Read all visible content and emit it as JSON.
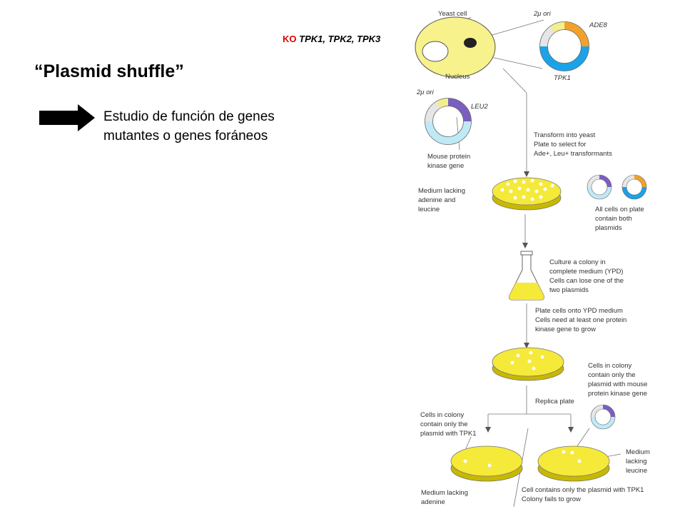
{
  "slide": {
    "title": "“Plasmid shuffle”",
    "ko_prefix": "KO",
    "ko_genes": "TPK1, TPK2, TPK3",
    "description_line1": "Estudio de función de genes",
    "description_line2": "mutantes o genes foráneos"
  },
  "figure": {
    "yeast_cell": "Yeast cell",
    "nucleus": "Nucleus",
    "ori_1": "2μ ori",
    "ade8": "ADE8",
    "tpk1": "TPK1",
    "ori_2": "2μ ori",
    "leu2": "LEU2",
    "mouse_gene_1": "Mouse protein",
    "mouse_gene_2": "kinase gene",
    "transform_1": "Transform into yeast",
    "transform_2": "Plate to select for",
    "transform_3": "Ade+, Leu+ transformants",
    "medium_1": "Medium lacking",
    "medium_2": "adenine and",
    "medium_3": "leucine",
    "allcells_1": "All cells on plate",
    "allcells_2": "contain both",
    "allcells_3": "plasmids",
    "culture_1": "Culture a colony in",
    "culture_2": "complete medium (YPD)",
    "culture_3": "Cells can lose one of the",
    "culture_4": "two plasmids",
    "plate_1": "Plate cells onto YPD medium",
    "plate_2": "Cells need at least one protein",
    "plate_3": "kinase gene to grow",
    "replica": "Replica plate",
    "left_1": "Cells in colony",
    "left_2": "contain only the",
    "left_3": "plasmid with TPK1",
    "right_1": "Cells in colony",
    "right_2": "contain only the",
    "right_3": "plasmid with mouse",
    "right_4": "protein kinase gene",
    "lack_ade_1": "Medium lacking",
    "lack_ade_2": "adenine",
    "lack_leu_1": "Medium",
    "lack_leu_2": "lacking",
    "lack_leu_3": "leucine",
    "bottom_1": "Cell contains only the plasmid with TPK1",
    "bottom_2": "Colony fails to grow"
  },
  "colors": {
    "plate_yellow": "#f5e93a",
    "plate_rim": "#d4c200",
    "cell_yellow": "#f7f28c",
    "purple": "#7a5fc1",
    "orange": "#f2a22a",
    "blue": "#1aa3e8",
    "light_cyan": "#bfeaf5",
    "pale_yellow": "#f4ee8c"
  }
}
